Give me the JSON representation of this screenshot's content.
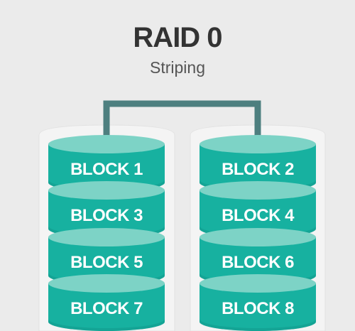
{
  "title": "RAID 0",
  "subtitle": "Striping",
  "colors": {
    "background": "#ebebeb",
    "disk_top": "#7dd3c6",
    "disk_side": "#17b1a0",
    "disk_bottom_shade": "#12988a",
    "label": "#ffffff",
    "connector": "#4d7f7f",
    "drive_container": "#f4f4f4"
  },
  "drives": [
    {
      "blocks": [
        "BLOCK 1",
        "BLOCK 3",
        "BLOCK 5",
        "BLOCK 7"
      ]
    },
    {
      "blocks": [
        "BLOCK 2",
        "BLOCK 4",
        "BLOCK 6",
        "BLOCK 8"
      ]
    }
  ]
}
